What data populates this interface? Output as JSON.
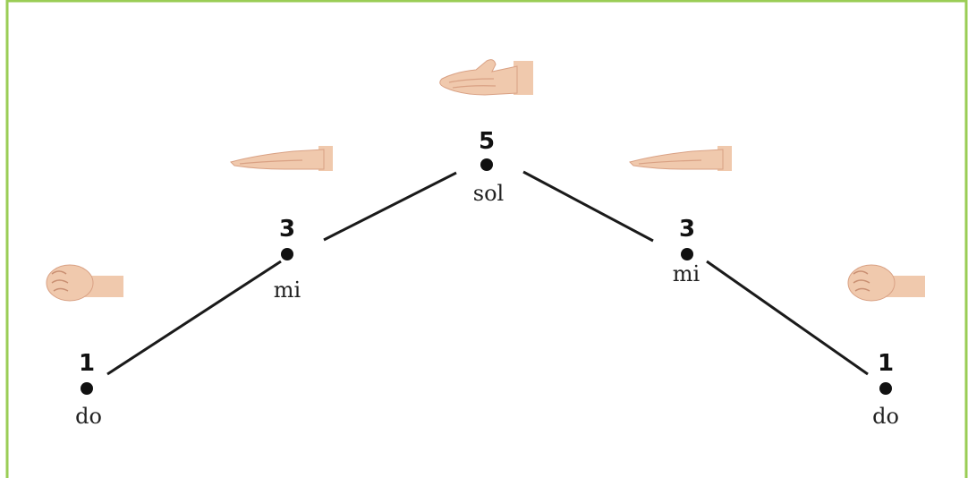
{
  "colors": {
    "border": "#9acd55",
    "line": "#1a1a1a",
    "skin": "#f0c9ad",
    "skin_shadow": "#d9a184"
  },
  "notes": [
    {
      "number": "1",
      "syllable": "do",
      "hand_sign": "fist-icon"
    },
    {
      "number": "3",
      "syllable": "mi",
      "hand_sign": "flat-hand-icon"
    },
    {
      "number": "5",
      "syllable": "sol",
      "hand_sign": "open-hand-icon"
    },
    {
      "number": "3",
      "syllable": "mi",
      "hand_sign": "flat-hand-icon"
    },
    {
      "number": "1",
      "syllable": "do",
      "hand_sign": "fist-icon"
    }
  ]
}
